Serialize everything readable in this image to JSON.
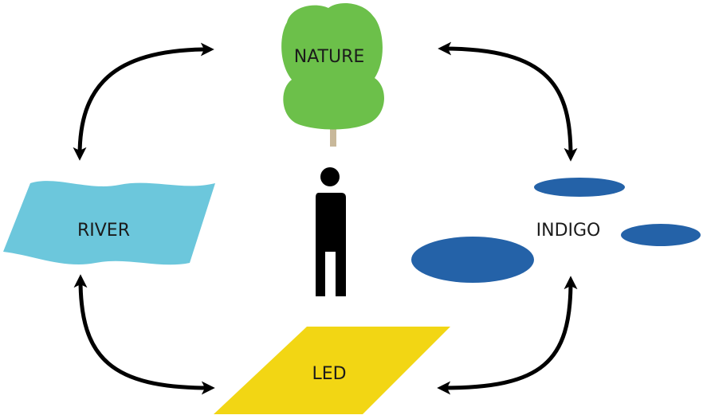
{
  "diagram": {
    "nodes": {
      "nature": {
        "label": "NATURE",
        "color": "#6cc04a",
        "trunk_color": "#c8b89a"
      },
      "river": {
        "label": "RIVER",
        "color": "#6cc7dc"
      },
      "indigo": {
        "label": "INDIGO",
        "color": "#2462a8"
      },
      "led": {
        "label": "LED",
        "color": "#f2d614"
      },
      "person": {
        "label": "",
        "color": "#000000"
      }
    },
    "edges": [
      {
        "from": "river",
        "to": "nature",
        "bidirectional": true
      },
      {
        "from": "nature",
        "to": "indigo",
        "bidirectional": true
      },
      {
        "from": "river",
        "to": "led",
        "bidirectional": true
      },
      {
        "from": "led",
        "to": "indigo",
        "bidirectional": true
      }
    ]
  }
}
